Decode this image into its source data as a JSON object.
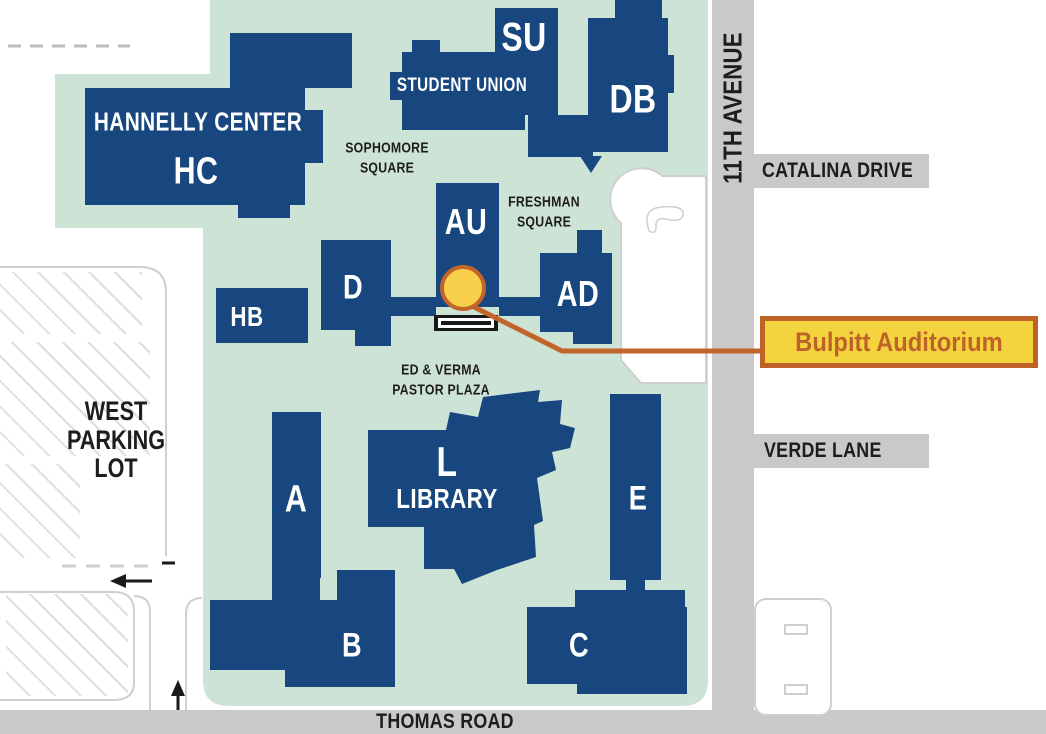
{
  "colors": {
    "building": "#17477e",
    "campus_ground": "#cde3d5",
    "road": "#c9c9c9",
    "marker_fill": "#f9d04b",
    "marker_outline": "#c2652b",
    "callout_fill": "#f3d43f",
    "callout_border": "#bf6228",
    "callout_text": "#bf6228",
    "label_dark": "#1d1d1b"
  },
  "map": {
    "buildings": [
      {
        "code": "HC",
        "name": "HANNELLY CENTER"
      },
      {
        "code": "SU",
        "name": "STUDENT UNION"
      },
      {
        "code": "DB"
      },
      {
        "code": "AU"
      },
      {
        "code": "D"
      },
      {
        "code": "HB"
      },
      {
        "code": "AD"
      },
      {
        "code": "A"
      },
      {
        "code": "L",
        "name": "LIBRARY"
      },
      {
        "code": "E"
      },
      {
        "code": "B"
      },
      {
        "code": "C"
      }
    ],
    "places": {
      "sophomore_square": [
        "SOPHOMORE",
        "SQUARE"
      ],
      "freshman_square": [
        "FRESHMAN",
        "SQUARE"
      ],
      "pastor_plaza": [
        "ED & VERMA",
        "PASTOR PLAZA"
      ],
      "west_parking_lot": [
        "WEST",
        "PARKING",
        "LOT"
      ]
    },
    "streets": {
      "vertical": "11TH AVENUE",
      "catalina": "CATALINA DRIVE",
      "verde": "VERDE LANE",
      "thomas": "THOMAS ROAD"
    },
    "callout": {
      "label": "Bulpitt Auditorium"
    },
    "icons": {
      "marker": "circle-marker",
      "stage": "stage-steps",
      "parking_arrow": "arrow-left",
      "entrance_arrow": "arrow-up"
    }
  }
}
